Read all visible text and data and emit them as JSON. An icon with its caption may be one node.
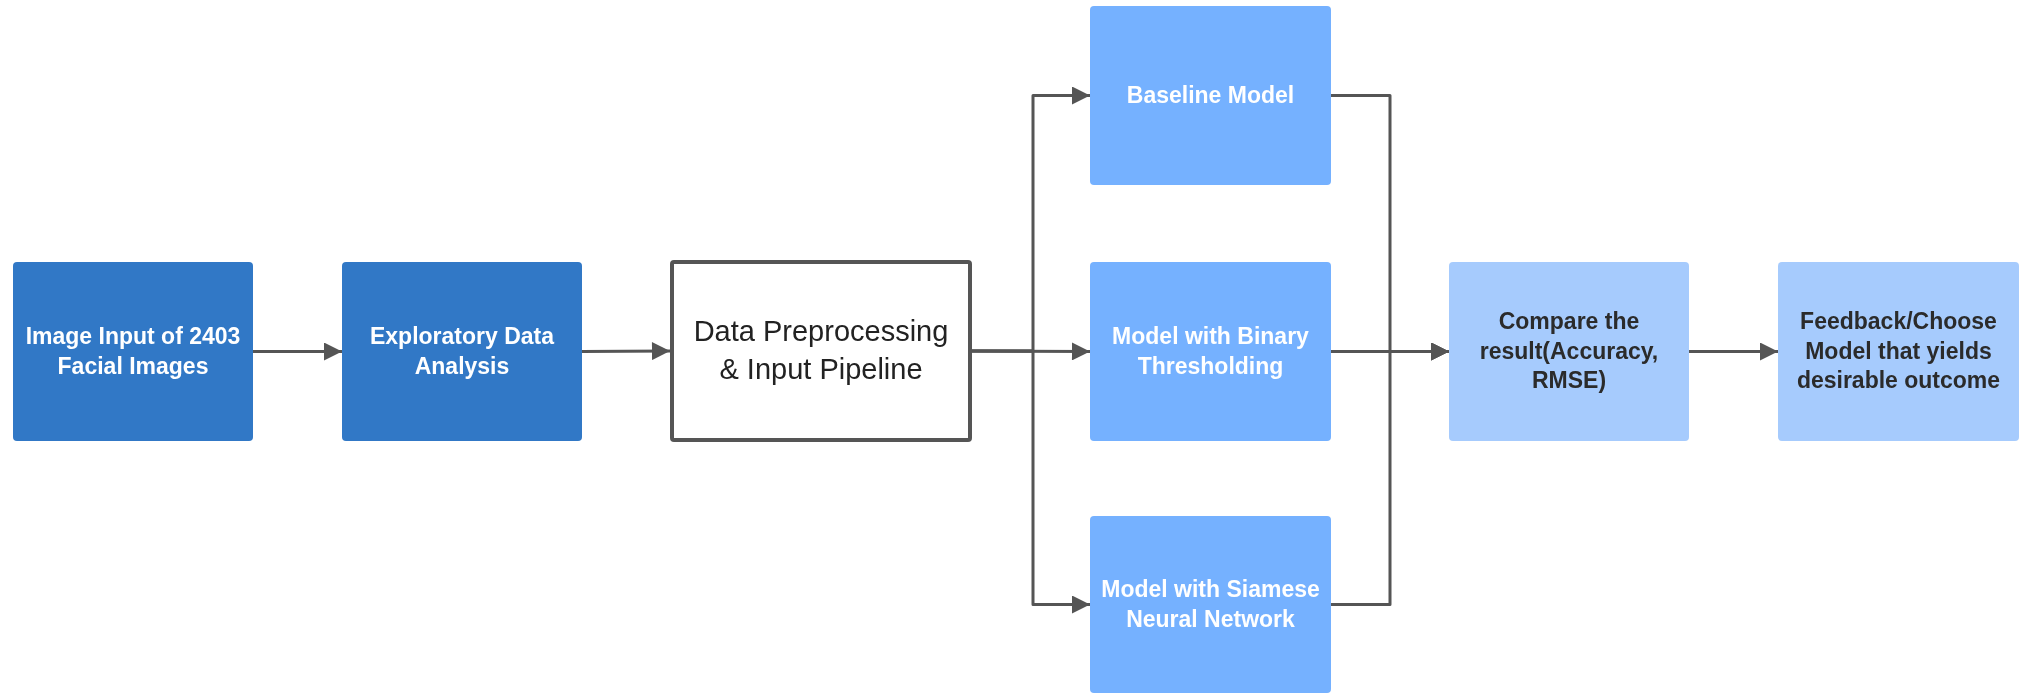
{
  "diagram": {
    "nodes": [
      {
        "text": [
          "Image Input of 2403 Facial Images"
        ]
      },
      {
        "text": [
          "Exploratory Data Analysis"
        ]
      },
      {
        "text": [
          "Data Preprocessing & Input Pipeline"
        ]
      },
      {
        "text": [
          "Baseline Model"
        ]
      },
      {
        "text": [
          "Model with Binary Thresholding"
        ]
      },
      {
        "text": [
          "Model with Siamese Neural Network"
        ]
      },
      {
        "text": [
          "Compare the result(Accuracy, RMSE)"
        ]
      },
      {
        "text": [
          "Feedback/Choose Model that yields desirable outcome"
        ]
      }
    ],
    "edges": [
      {
        "from": 0,
        "to": 1,
        "arrow": "to"
      },
      {
        "from": 1,
        "to": 2,
        "arrow": "to"
      },
      {
        "from": 2,
        "to": 3,
        "arrow": "to"
      },
      {
        "from": 2,
        "to": 4,
        "arrow": "to"
      },
      {
        "from": 2,
        "to": 5,
        "arrow": "to"
      },
      {
        "from": 3,
        "to": 6,
        "arrow": "to"
      },
      {
        "from": 4,
        "to": 6,
        "arrow": "to"
      },
      {
        "from": 5,
        "to": 6,
        "arrow": "to"
      },
      {
        "from": 6,
        "to": 7,
        "arrow": "to"
      }
    ]
  }
}
